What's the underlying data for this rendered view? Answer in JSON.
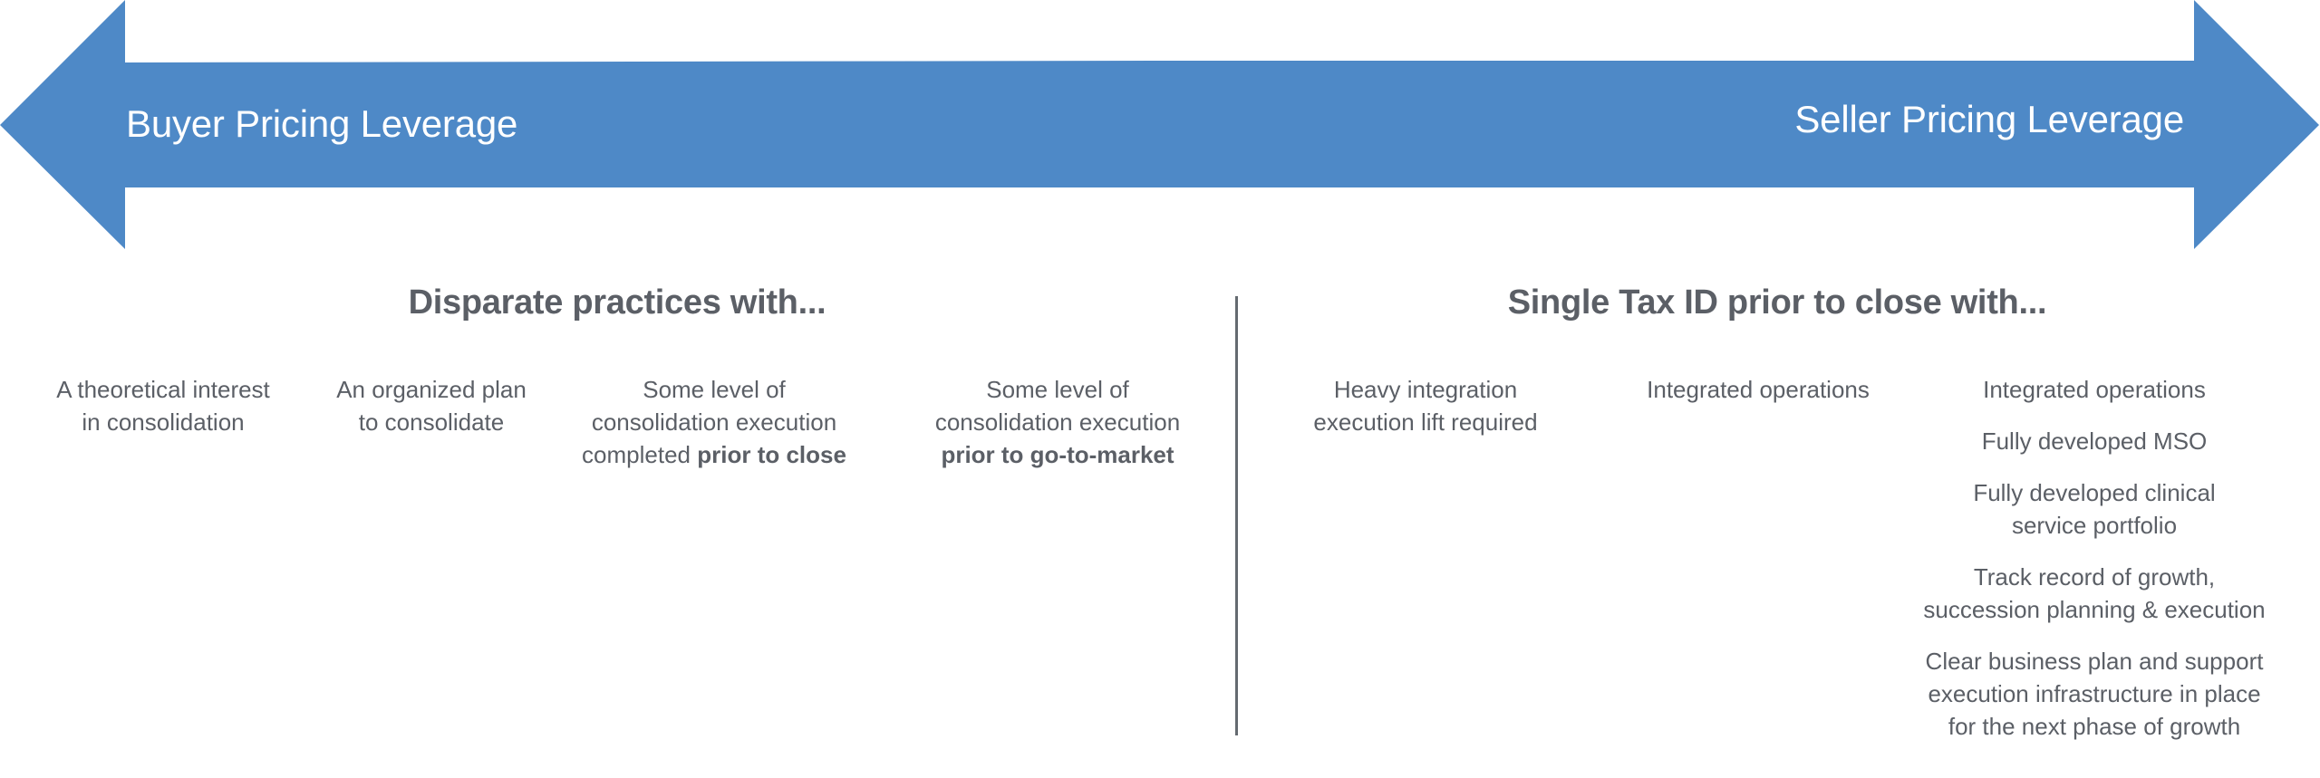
{
  "colors": {
    "arrow_fill": "#4e89c7",
    "arrow_text": "#ffffff",
    "body_text": "#5b5f66",
    "divider": "#646a70",
    "background": "#ffffff"
  },
  "arrow": {
    "left_label": "Buyer Pricing Leverage",
    "right_label": "Seller Pricing Leverage",
    "left_icon": "arrow-head-left",
    "right_icon": "arrow-head-right"
  },
  "left_section": {
    "title": "Disparate practices with...",
    "columns": [
      {
        "lines": [
          "A theoretical interest",
          "in consolidation"
        ]
      },
      {
        "lines": [
          "An organized plan",
          "to consolidate"
        ]
      },
      {
        "lines": [
          "Some level of",
          "consolidation execution"
        ],
        "last_line": {
          "normal": "completed ",
          "bold": "prior to close"
        }
      },
      {
        "lines": [
          "Some level of",
          "consolidation execution"
        ],
        "last_line": {
          "normal": "",
          "bold": "prior to go-to-market"
        }
      }
    ]
  },
  "right_section": {
    "title": "Single Tax ID prior to close with...",
    "columns": [
      {
        "items": [
          {
            "lines": [
              "Heavy integration",
              "execution lift required"
            ]
          }
        ]
      },
      {
        "items": [
          {
            "lines": [
              "Integrated operations"
            ]
          }
        ]
      },
      {
        "items": [
          {
            "lines": [
              "Integrated operations"
            ]
          },
          {
            "lines": [
              "Fully developed MSO"
            ]
          },
          {
            "lines": [
              "Fully developed clinical",
              "service portfolio"
            ]
          },
          {
            "lines": [
              "Track record of growth,",
              "succession planning & execution"
            ]
          },
          {
            "lines": [
              "Clear business plan and support",
              "execution infrastructure in place",
              "for the next phase of growth"
            ]
          }
        ]
      }
    ]
  }
}
